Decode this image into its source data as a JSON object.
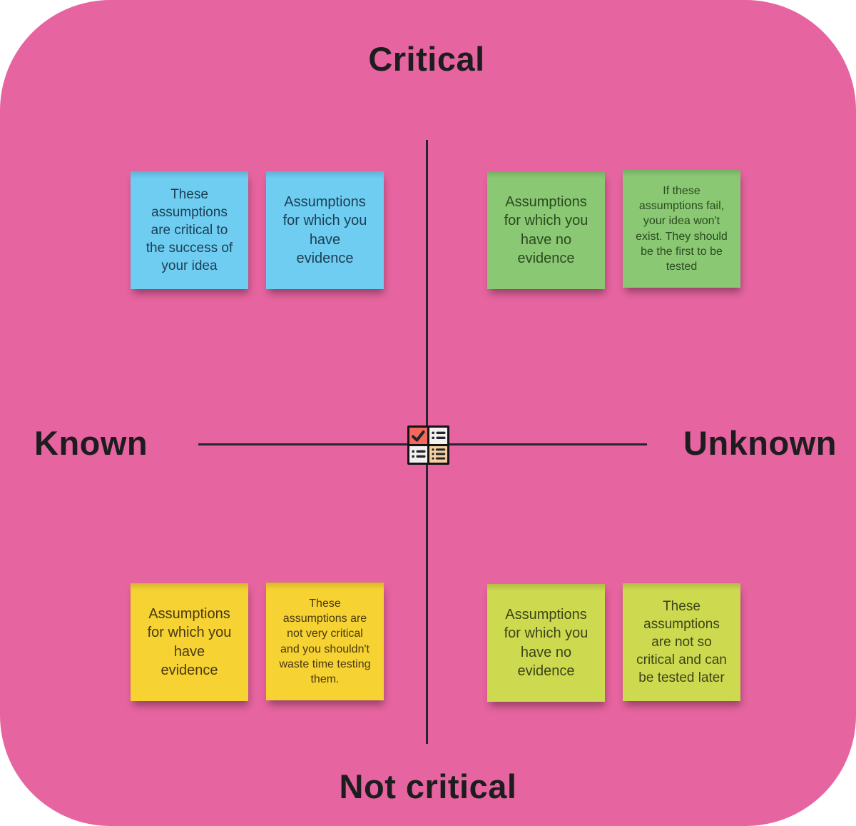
{
  "board": {
    "background_color": "#e6649f",
    "outer_background": "#ffffff",
    "axes": {
      "vertical_top_label": "Critical",
      "vertical_bottom_label": "Not critical",
      "horizontal_left_label": "Known",
      "horizontal_right_label": "Unknown",
      "line_color": "#26262e",
      "label_color": "#1d1d20"
    },
    "center_icon": {
      "name": "checklist-grid-icon",
      "border_color": "#141414",
      "glyph_color": "#24242c",
      "cell_colors": {
        "top_left": "#f4695c",
        "top_right": "#f2f1ef",
        "bottom_left": "#f2f1ef",
        "bottom_right": "#f6cfa0"
      }
    }
  },
  "quadrants": [
    {
      "name": "known-critical",
      "note_color": "#6fcdf1",
      "text_color": "#1b3f54",
      "notes": [
        {
          "text": "These\nassumptions\nare critical to\nthe success of\nyour idea"
        },
        {
          "text": "Assumptions\nfor which you\nhave\nevidence"
        }
      ]
    },
    {
      "name": "unknown-critical",
      "note_color": "#8ac873",
      "text_color": "#2b4a1f",
      "notes": [
        {
          "text": "Assumptions\nfor which you\nhave no\nevidence"
        },
        {
          "text": "If these\nassumptions fail,\nyour idea won't\nexist. They should\nbe the first to be\ntested"
        }
      ]
    },
    {
      "name": "known-not-critical",
      "note_color": "#f6d233",
      "text_color": "#4a3a12",
      "notes": [
        {
          "text": "Assumptions\nfor which you\nhave\nevidence"
        },
        {
          "text": "These\nassumptions are\nnot very critical\nand you shouldn't\nwaste time testing\nthem."
        }
      ]
    },
    {
      "name": "unknown-not-critical",
      "note_color": "#cdd94f",
      "text_color": "#3c451a",
      "notes": [
        {
          "text": "Assumptions\nfor which you\nhave no\nevidence"
        },
        {
          "text": "These\nassumptions\nare not so\ncritical and can\nbe tested later"
        }
      ]
    }
  ]
}
